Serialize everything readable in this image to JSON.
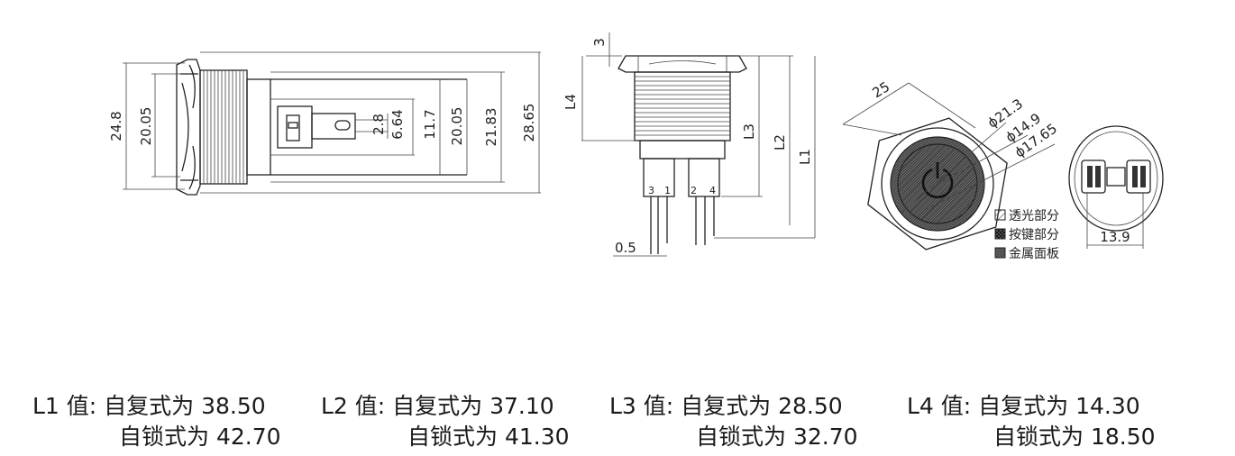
{
  "dimensions": {
    "side": [
      "24.8",
      "20.05",
      "2.8",
      "6.64",
      "11.7",
      "20.05",
      "21.83",
      "28.65"
    ],
    "front": [
      "3",
      "L4",
      "L3",
      "L2",
      "L1",
      "0.5"
    ],
    "pins": [
      "3",
      "1",
      "2",
      "4"
    ],
    "top": [
      "25",
      "ϕ21.3",
      "ϕ14.9",
      "ϕ17.65"
    ],
    "bottom": [
      "13.9"
    ]
  },
  "legend": [
    {
      "label": "透光部分"
    },
    {
      "label": "按键部分"
    },
    {
      "label": "金属面板"
    }
  ],
  "values": [
    {
      "label": "L1 值:",
      "self_reset": "自复式为 38.50",
      "self_lock": "自锁式为 42.70"
    },
    {
      "label": "L2 值:",
      "self_reset": "自复式为 37.10",
      "self_lock": "自锁式为 41.30"
    },
    {
      "label": "L3 值:",
      "self_reset": "自复式为 28.50",
      "self_lock": "自锁式为 32.70"
    },
    {
      "label": "L4 值:",
      "self_reset": "自复式为 14.30",
      "self_lock": "自锁式为 18.50"
    }
  ]
}
